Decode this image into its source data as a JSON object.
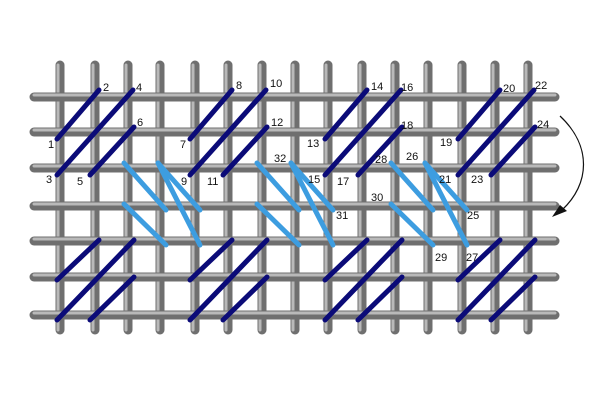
{
  "colors": {
    "background": "#ffffff",
    "canvas_thread_light": "#b9b9b9",
    "canvas_thread_dark": "#6f6f6f",
    "stitch_dark": "#0b0b78",
    "stitch_light": "#3d9de0",
    "arrow": "#111111"
  },
  "labels": [
    "1",
    "2",
    "3",
    "4",
    "5",
    "6",
    "7",
    "8",
    "9",
    "10",
    "11",
    "12",
    "13",
    "14",
    "15",
    "16",
    "17",
    "18",
    "19",
    "20",
    "21",
    "22",
    "23",
    "24",
    "25",
    "26",
    "27",
    "28",
    "29",
    "30",
    "31",
    "32"
  ],
  "icons": {
    "direction_arrow": "curved-arrow-icon"
  }
}
